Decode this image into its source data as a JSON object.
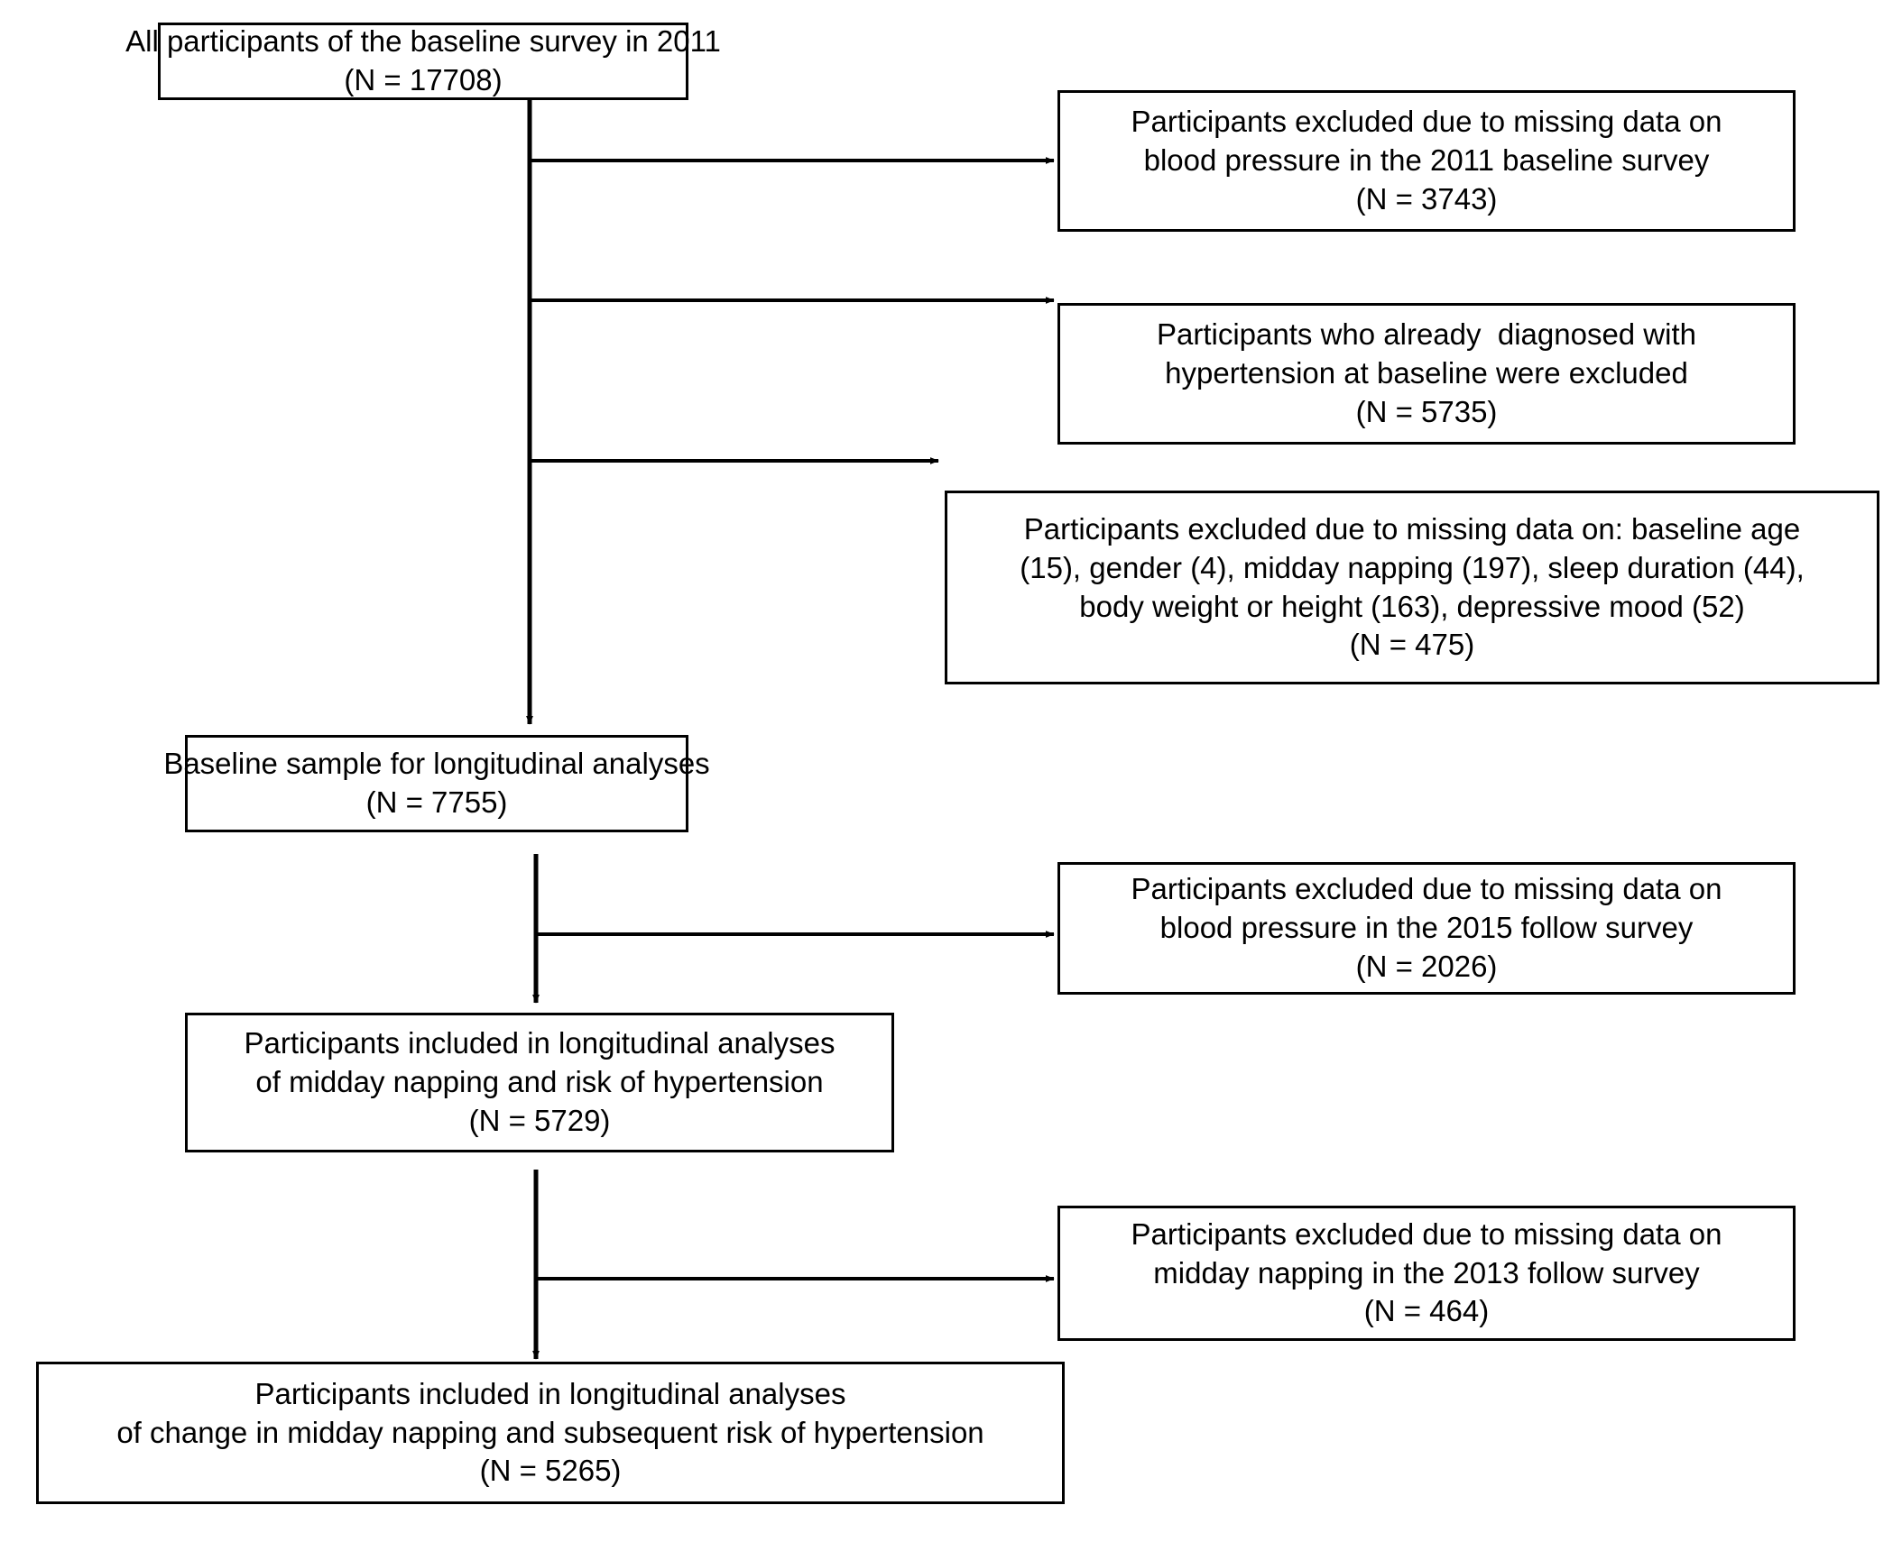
{
  "figure": {
    "type": "flow-diagram",
    "title": "Participant flow diagram",
    "stroke_color": "#000000",
    "background_color": "#ffffff",
    "box_border_color": "#000000",
    "box_fill_color": "#ffffff"
  },
  "nodes": {
    "baseline_survey": {
      "id": "baseline-survey-box",
      "line1": "All participants of the baseline survey in 2011",
      "line2": "(N = 17708)",
      "n": 17708
    },
    "excluded_bp_2011": {
      "id": "excluded-bp-2011-box",
      "line1": "Participants excluded due to missing data on",
      "line2": "blood pressure in the 2011 baseline survey",
      "line3": "(N = 3743)",
      "n": 3743
    },
    "excluded_hypertension": {
      "id": "excluded-hypertension-box",
      "line1": "Participants who already  diagnosed with",
      "line2": "hypertension at baseline were excluded",
      "line3": "(N = 5735)",
      "n": 5735
    },
    "excluded_covariates": {
      "id": "excluded-covariates-box",
      "line1": "Participants excluded due to missing data on: baseline age",
      "line2": "(15), gender (4), midday napping (197), sleep duration (44),",
      "line3": "body weight or height (163), depressive mood (52)",
      "line4": "(N = 475)",
      "n": 475,
      "breakdown": {
        "baseline_age": 15,
        "gender": 4,
        "midday_napping": 197,
        "sleep_duration": 44,
        "body_weight_or_height": 163,
        "depressive_mood": 52
      }
    },
    "baseline_sample": {
      "id": "baseline-sample-box",
      "line1": "Baseline sample for longitudinal analyses",
      "line2": "(N = 7755)",
      "n": 7755
    },
    "excluded_bp_2015": {
      "id": "excluded-bp-2015-box",
      "line1": "Participants excluded due to missing data on",
      "line2": "blood pressure in the 2015 follow survey",
      "line3": "(N = 2026)",
      "n": 2026
    },
    "included_napping": {
      "id": "included-napping-box",
      "line1": "Participants included in longitudinal analyses",
      "line2": "of midday napping and risk of hypertension",
      "line3": "(N = 5729)",
      "n": 5729
    },
    "excluded_napping_2013": {
      "id": "excluded-napping-2013-box",
      "line1": "Participants excluded due to missing data on",
      "line2": "midday napping in the 2013 follow survey",
      "line3": "(N = 464)",
      "n": 464
    },
    "included_change_napping": {
      "id": "included-change-napping-box",
      "line1": "Participants included in longitudinal analyses",
      "line2": "of change in midday napping and subsequent risk of hypertension",
      "line3": "(N = 5265)",
      "n": 5265
    }
  },
  "edges": [
    {
      "name": "trunk-stage-1",
      "from": "baseline_survey",
      "to": "baseline_sample",
      "style": "vertical-arrow"
    },
    {
      "name": "branch-excluded-bp-2011",
      "from": "trunk-stage-1",
      "to": "excluded_bp_2011",
      "style": "horizontal-arrow"
    },
    {
      "name": "branch-excluded-hypertension",
      "from": "trunk-stage-1",
      "to": "excluded_hypertension",
      "style": "horizontal-arrow"
    },
    {
      "name": "branch-excluded-covariates",
      "from": "trunk-stage-1",
      "to": "excluded_covariates",
      "style": "horizontal-arrow"
    },
    {
      "name": "trunk-stage-2",
      "from": "baseline_sample",
      "to": "included_napping",
      "style": "vertical-arrow"
    },
    {
      "name": "branch-excluded-bp-2015",
      "from": "trunk-stage-2",
      "to": "excluded_bp_2015",
      "style": "horizontal-arrow"
    },
    {
      "name": "trunk-stage-3",
      "from": "included_napping",
      "to": "included_change_napping",
      "style": "vertical-arrow"
    },
    {
      "name": "branch-excluded-napping-2013",
      "from": "trunk-stage-3",
      "to": "excluded_napping_2013",
      "style": "horizontal-arrow"
    }
  ]
}
